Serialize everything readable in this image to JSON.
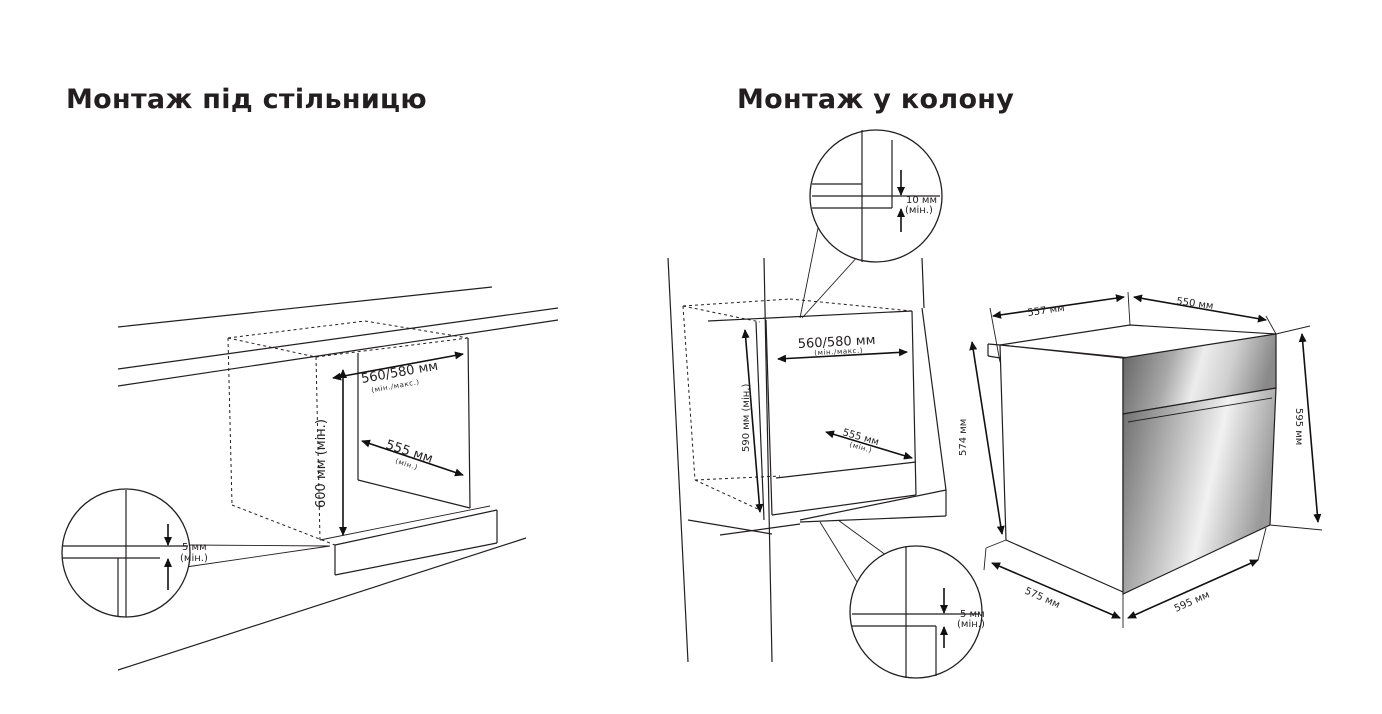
{
  "titles": {
    "under_counter": "Монтаж під стільницю",
    "column": "Монтаж у колону"
  },
  "under_counter": {
    "height_label": "600 мм (мін.)",
    "width_label": "560/580 мм",
    "width_note": "(мін./макс.)",
    "depth_label": "555 мм",
    "depth_note": "(мін.)",
    "gap_label": "5 мм",
    "gap_note": "(мін.)"
  },
  "column": {
    "top_gap_label": "10 мм",
    "top_gap_note": "(мін.)",
    "width_label": "560/580 мм",
    "width_note": "(мін./макс.)",
    "height_label": "590 мм (мін.)",
    "depth_label": "555 мм",
    "depth_note": "(мін.)",
    "bottom_gap_label": "5 мм",
    "bottom_gap_note": "(мін.)"
  },
  "oven": {
    "top_depth": "557 мм",
    "top_width": "550 мм",
    "body_height": "574 мм",
    "front_height": "595 мм",
    "bottom_depth": "575 мм",
    "bottom_width": "595 мм"
  },
  "colors": {
    "line": "#231f20",
    "glass_dark": "#6d6d6d",
    "glass_light": "#e9e9e9",
    "background": "#ffffff"
  }
}
